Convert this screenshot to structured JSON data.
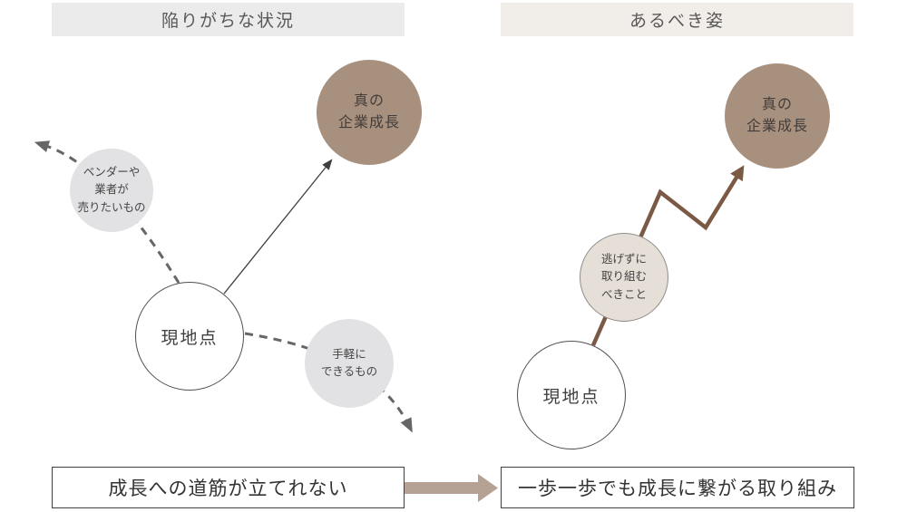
{
  "left_panel": {
    "header": "陥りがちな状況",
    "goal": {
      "line1": "真の",
      "line2": "企業成長"
    },
    "current": "現地点",
    "vendor": {
      "line1": "ベンダーや",
      "line2": "業者が",
      "line3": "売りたいもの"
    },
    "easy": {
      "line1": "手軽に",
      "line2": "できるもの"
    },
    "caption": "成長への道筋が立てれない"
  },
  "right_panel": {
    "header": "あるべき姿",
    "goal": {
      "line1": "真の",
      "line2": "企業成長"
    },
    "current": "現地点",
    "task": {
      "line1": "逃げずに",
      "line2": "取り組む",
      "line3": "べきこと"
    },
    "caption": "一歩一歩でも成長に繋がる取り組み"
  },
  "colors": {
    "header_left_bg": "#ebebeb",
    "header_right_bg": "#f1ede9",
    "goal_circle_fill": "#a8907f",
    "gray_circle_fill": "#e2e2e4",
    "task_circle_fill": "#e6dfd8",
    "dashed_arrow": "#666666",
    "thin_arrow": "#3f3f3f",
    "zigzag_arrow": "#7b5a45",
    "transition_arrow": "#b5a294"
  }
}
